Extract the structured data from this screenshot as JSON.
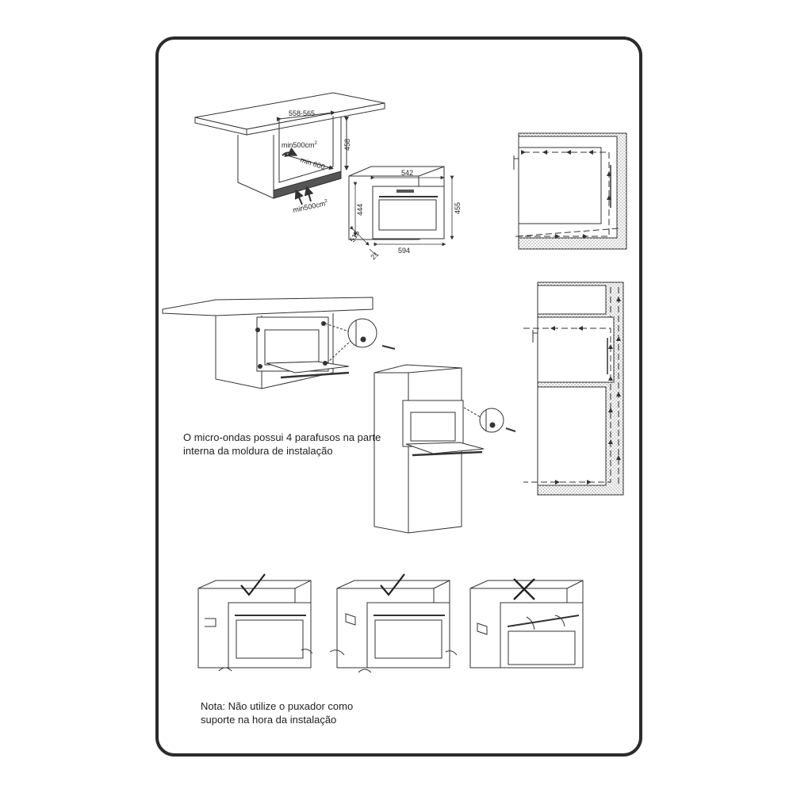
{
  "dimensions": {
    "cabinet_width": "558-565",
    "cabinet_height": "458",
    "depth_min": "min 600",
    "vent_top": "min500cm",
    "vent_bottom": "min500cm",
    "oven_top_width": "542",
    "oven_height_inner": "444",
    "oven_height_outer": "455",
    "oven_front_width": "594",
    "oven_depth": "515",
    "front_thickness": "21",
    "superscript": "2"
  },
  "notes": {
    "screws": "O micro-ondas possui 4 parafusos na parte interna da moldura de instalação",
    "handle": "Nota: Não utilize o puxador como suporte na hora da instalação"
  },
  "colors": {
    "frame": "#2b2b2b",
    "line": "#333333",
    "hatch": "#bdbdbd"
  },
  "marks": {
    "correct_1": "check-icon",
    "correct_2": "check-icon",
    "wrong": "cross-icon"
  }
}
